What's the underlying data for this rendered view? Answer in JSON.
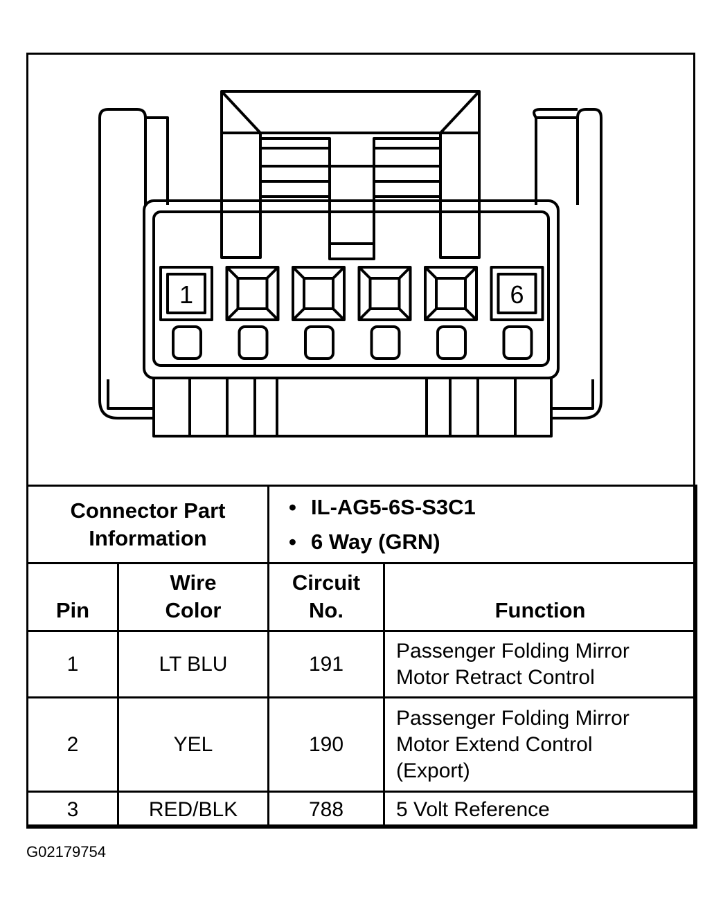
{
  "connector": {
    "pin_labels": {
      "first": "1",
      "last": "6"
    },
    "cavity_count": 6
  },
  "part_info": {
    "label_line1": "Connector Part",
    "label_line2": "Information",
    "part_number": "IL-AG5-6S-S3C1",
    "description": "6 Way (GRN)"
  },
  "table": {
    "headers": {
      "pin": "Pin",
      "wire_color_line1": "Wire",
      "wire_color_line2": "Color",
      "circuit_line1": "Circuit",
      "circuit_line2": "No.",
      "function": "Function"
    },
    "rows": [
      {
        "pin": "1",
        "wire_color": "LT BLU",
        "circuit": "191",
        "function_lines": [
          "Passenger Folding Mirror",
          "Motor Retract Control"
        ]
      },
      {
        "pin": "2",
        "wire_color": "YEL",
        "circuit": "190",
        "function_lines": [
          "Passenger Folding Mirror",
          "Motor Extend Control",
          "(Export)"
        ]
      },
      {
        "pin": "3",
        "wire_color": "RED/BLK",
        "circuit": "788",
        "function_lines": [
          "5 Volt Reference"
        ]
      }
    ]
  },
  "figure_id": "G02179754"
}
